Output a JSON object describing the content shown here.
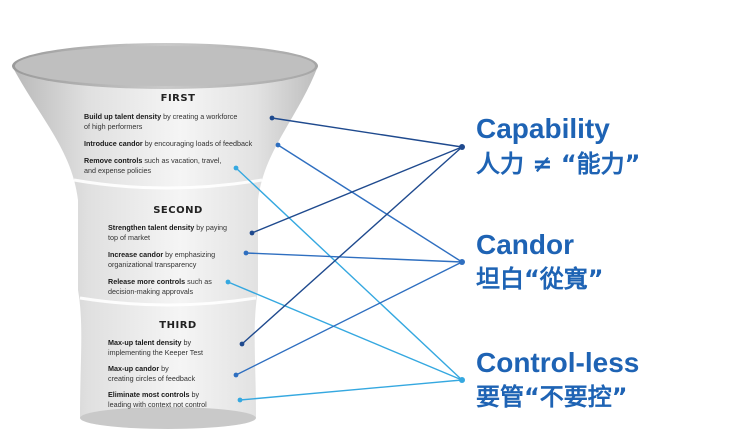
{
  "stages": [
    {
      "title": "FIRST",
      "items": [
        {
          "bold": "Build up talent density",
          "rest": " by creating a workforce",
          "line2": "of high performers"
        },
        {
          "bold": "Introduce candor",
          "rest": " by encouraging loads of feedback",
          "line2": ""
        },
        {
          "bold": "Remove controls",
          "rest": " such as vacation, travel,",
          "line2": "and expense policies"
        }
      ]
    },
    {
      "title": "SECOND",
      "items": [
        {
          "bold": "Strengthen talent density",
          "rest": " by paying",
          "line2": "top of market"
        },
        {
          "bold": "Increase candor",
          "rest": " by emphasizing",
          "line2": "organizational transparency"
        },
        {
          "bold": "Release more controls",
          "rest": " such as",
          "line2": "decision-making approvals"
        }
      ]
    },
    {
      "title": "THIRD",
      "items": [
        {
          "bold": "Max-up talent density",
          "rest": " by",
          "line2": "implementing the Keeper Test"
        },
        {
          "bold": "Max-up candor",
          "rest": " by",
          "line2": "creating circles of feedback"
        },
        {
          "bold": "Eliminate most controls",
          "rest": " by",
          "line2": "leading with context not control"
        }
      ]
    }
  ],
  "categories": [
    {
      "en": "Capability",
      "zh": "人力 ≠ “能力”"
    },
    {
      "en": "Candor",
      "zh": "坦白“從寬”"
    },
    {
      "en": "Control-less",
      "zh": "要管“不要控”"
    }
  ],
  "colors": {
    "category_text": "#1e63b4",
    "line_capability": "#1f4a8e",
    "line_candor": "#2f6fc0",
    "line_control": "#35a8e0"
  },
  "links": [
    {
      "from": [
        0,
        0
      ],
      "to": 0
    },
    {
      "from": [
        0,
        1
      ],
      "to": 1
    },
    {
      "from": [
        0,
        2
      ],
      "to": 2
    },
    {
      "from": [
        1,
        0
      ],
      "to": 0
    },
    {
      "from": [
        1,
        1
      ],
      "to": 1
    },
    {
      "from": [
        1,
        2
      ],
      "to": 2
    },
    {
      "from": [
        2,
        0
      ],
      "to": 0
    },
    {
      "from": [
        2,
        1
      ],
      "to": 1
    },
    {
      "from": [
        2,
        2
      ],
      "to": 2
    }
  ]
}
